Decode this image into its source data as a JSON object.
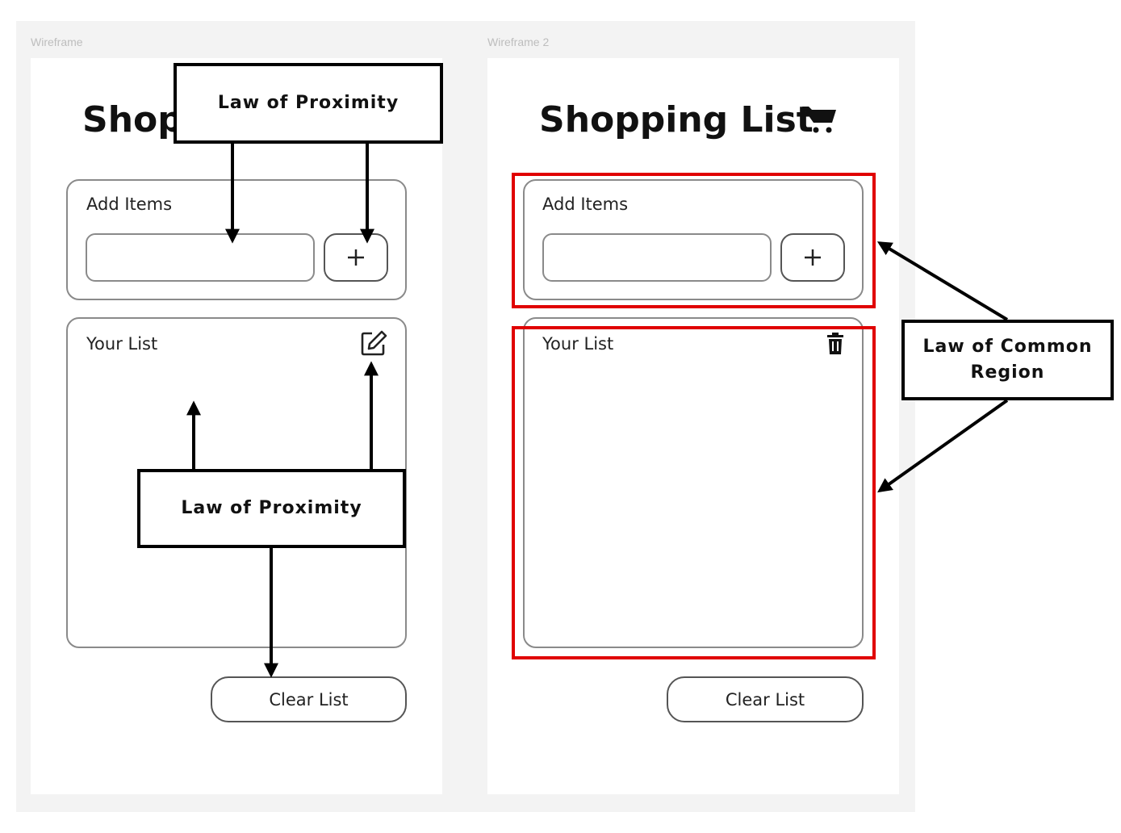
{
  "canvas": {
    "background": "#f3f3f3"
  },
  "wireframe1": {
    "frame_label": "Wireframe",
    "title": "Shop",
    "add_items_label": "Add Items",
    "your_list_label": "Your List",
    "clear_button_label": "Clear List",
    "plus_icon": "plus-icon",
    "edit_icon": "edit-icon"
  },
  "wireframe2": {
    "frame_label": "Wireframe 2",
    "title": "Shopping List",
    "cart_icon": "cart-icon",
    "add_items_label": "Add Items",
    "your_list_label": "Your List",
    "clear_button_label": "Clear List",
    "plus_icon": "plus-icon",
    "trash_icon": "trash-icon"
  },
  "annotations": {
    "proximity_top": "Law of Proximity",
    "proximity_bottom": "Law of Proximity",
    "common_region_line1": "Law of Common",
    "common_region_line2": "Region",
    "region_color": "#e00000"
  }
}
